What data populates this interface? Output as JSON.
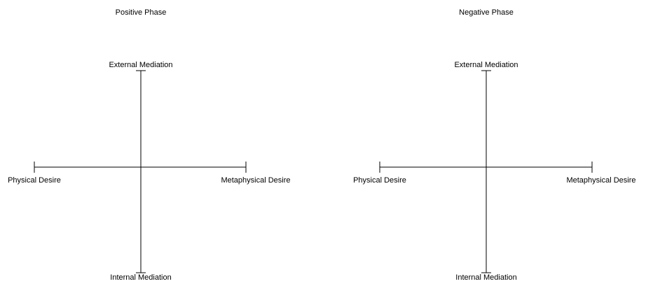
{
  "colors": {
    "background": "#ffffff",
    "line": "#000000",
    "text": "#000000"
  },
  "diagrams": [
    {
      "title": "Positive Phase",
      "top_label": "External Mediation",
      "bottom_label": "Internal Mediation",
      "left_label": "Physical Desire",
      "right_label": "Metaphysical Desire"
    },
    {
      "title": "Negative Phase",
      "top_label": "External Mediation",
      "bottom_label": "Internal Mediation",
      "left_label": "Physical Desire",
      "right_label": "Metaphysical Desire"
    }
  ]
}
